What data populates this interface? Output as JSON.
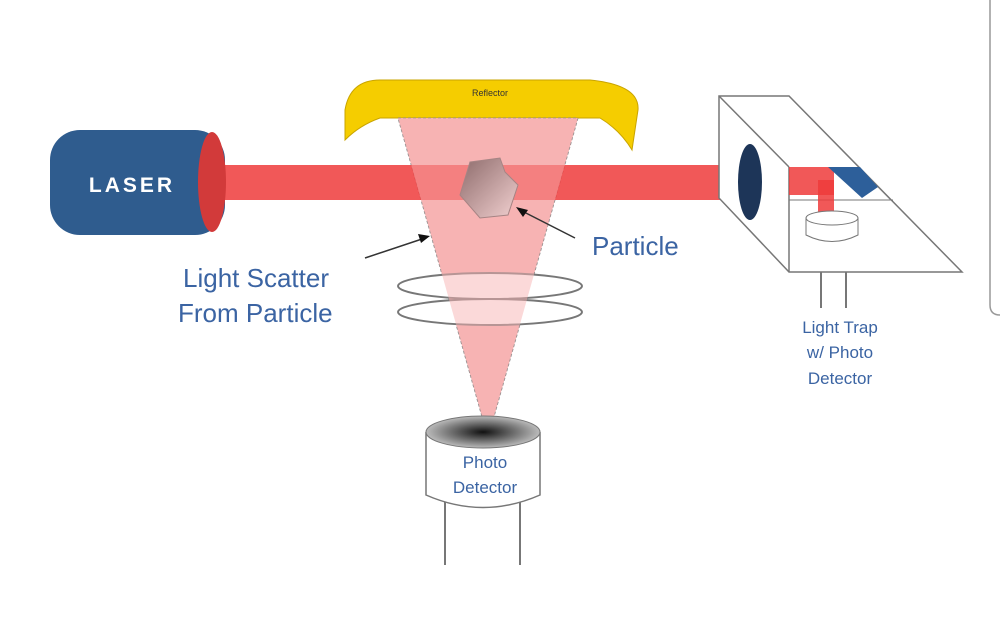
{
  "labels": {
    "laser": "LASER",
    "reflector": "Reflector",
    "particle": "Particle",
    "scatter_line1": "Light Scatter",
    "scatter_line2": "From Particle",
    "photo_detector_line1": "Photo",
    "photo_detector_line2": "Detector",
    "trap_line1": "Light Trap",
    "trap_line2": "w/ Photo",
    "trap_line3": "Detector"
  },
  "colors": {
    "laser_body": "#2f5c8e",
    "beam": "#ee3b3b",
    "scatter_cone": "#f7b3b3",
    "reflector": "#f5cd00",
    "label_text": "#3b64a3",
    "mirror": "#2d5f9a"
  }
}
